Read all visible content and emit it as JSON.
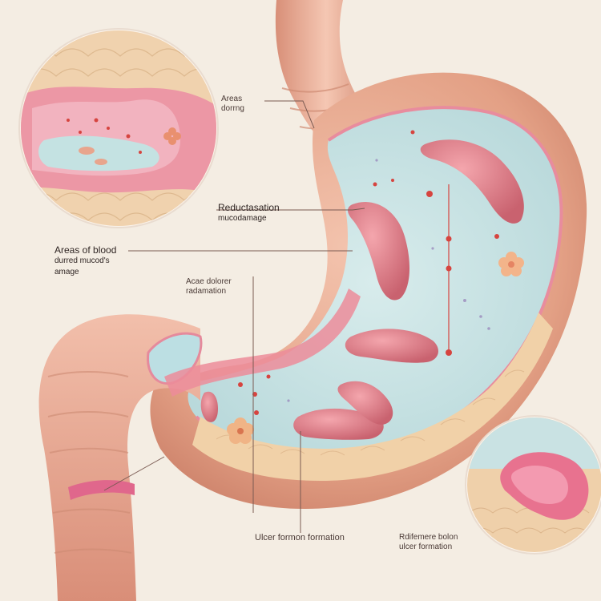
{
  "labels": {
    "top_right_line1": "Areas",
    "top_right_line2": "dorrng",
    "center_line1": "Reductasation",
    "center_line2": "mucodamage",
    "left_line1": "Areas of blood",
    "left_line2": "durred mucod's",
    "left_line3": "amage",
    "mid_line1": "Acae dolorer",
    "mid_line2": "radamation",
    "bottom_center": "Ulcer formon formation",
    "bottom_right_line1": "Rdifemere bolon",
    "bottom_right_line2": "ulcer formation"
  },
  "colors": {
    "background": "#f4ede3",
    "stomach_wall": "#e8a98f",
    "mucosa_pink": "#ec8c9a",
    "interior_fluid": "#c9e2e3",
    "fat_tissue": "#f1d1a8",
    "blood_spot": "#d6443f",
    "leader_line": "#7a5a52"
  }
}
